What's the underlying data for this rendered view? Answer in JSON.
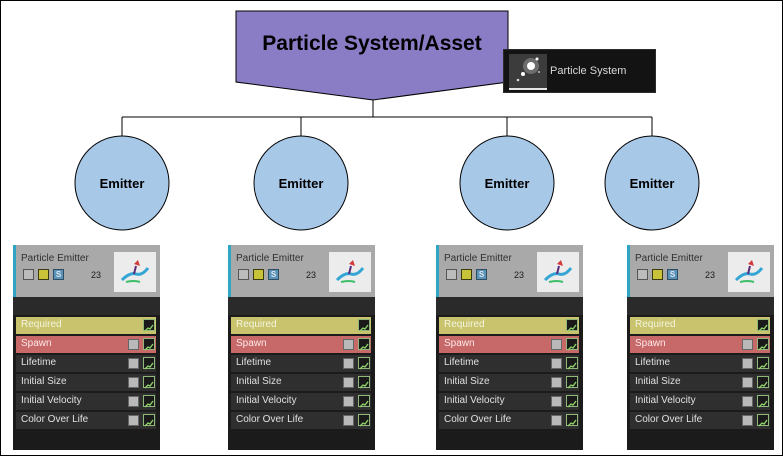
{
  "diagram": {
    "root": {
      "title": "Particle System/Asset",
      "fill": "#8b7cc6"
    },
    "badge": {
      "label": "Particle System",
      "icon": "particle-sparkle-icon"
    },
    "emitter_fill": "#a8c8e8",
    "emitters": [
      {
        "label": "Emitter"
      },
      {
        "label": "Emitter"
      },
      {
        "label": "Emitter"
      },
      {
        "label": "Emitter"
      }
    ]
  },
  "panels": [
    {
      "title": "Particle Emitter",
      "solo_label": "S",
      "count": "23",
      "modules": [
        "Required",
        "Spawn",
        "Lifetime",
        "Initial Size",
        "Initial Velocity",
        "Color Over Life"
      ]
    },
    {
      "title": "Particle Emitter",
      "solo_label": "S",
      "count": "23",
      "modules": [
        "Required",
        "Spawn",
        "Lifetime",
        "Initial Size",
        "Initial Velocity",
        "Color Over Life"
      ]
    },
    {
      "title": "Particle Emitter",
      "solo_label": "S",
      "count": "23",
      "modules": [
        "Required",
        "Spawn",
        "Lifetime",
        "Initial Size",
        "Initial Velocity",
        "Color Over Life"
      ]
    },
    {
      "title": "Particle Emitter",
      "solo_label": "S",
      "count": "23",
      "modules": [
        "Required",
        "Spawn",
        "Lifetime",
        "Initial Size",
        "Initial Velocity",
        "Color Over Life"
      ]
    }
  ],
  "colors": {
    "required": "#c8c36c",
    "spawn": "#c86969",
    "accent": "#2fa4c3"
  }
}
